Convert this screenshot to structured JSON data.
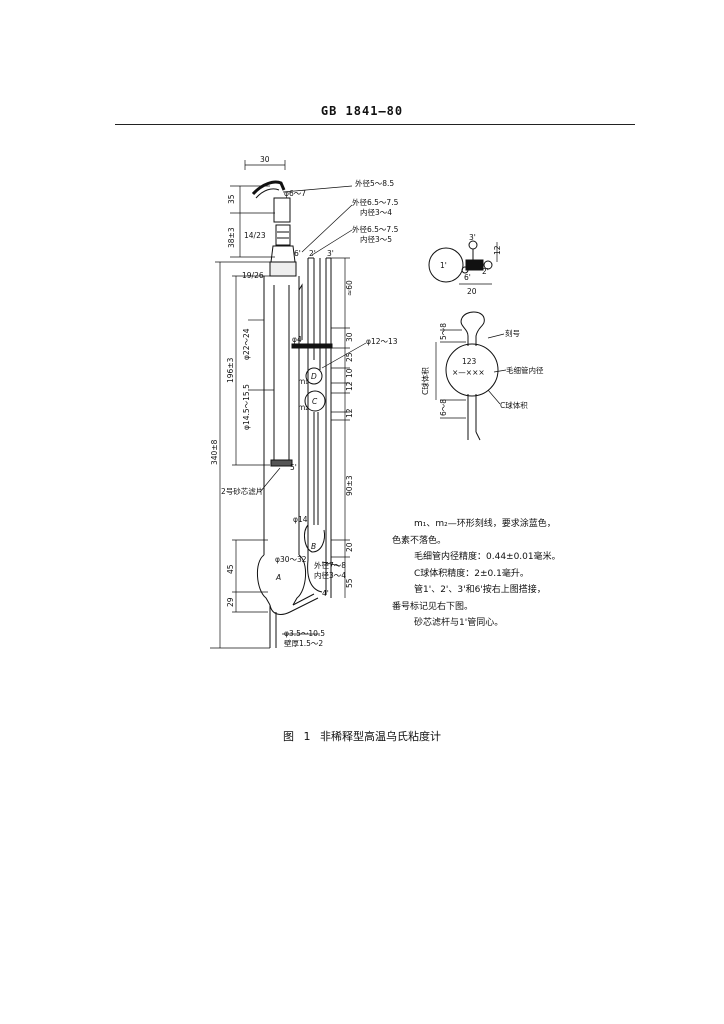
{
  "header": {
    "code": "GB 1841—80"
  },
  "figure": {
    "top_dims": {
      "w30": "30",
      "d6_7": "φ6～7",
      "h35": "35",
      "h38": "38±3",
      "j14": "14/23",
      "j19": "19/26"
    },
    "tube_labels": {
      "t1": "外径5～8.5",
      "t2a": "外径6.5～7.5",
      "t2b": "内径3～4",
      "t3a": "外径6.5～7.5",
      "t3b": "内径3～5",
      "n6": "6'",
      "n2": "2'",
      "n3": "3'",
      "n5": "5'",
      "n4": "4'"
    },
    "dims_right": {
      "d60": "≈60",
      "d30": "30",
      "d25": "25",
      "d10": "10",
      "d12a": "12",
      "d12b": "12",
      "d90": "90±3",
      "d20": "20",
      "d55": "55"
    },
    "dims_left": {
      "d196": "196±3",
      "d22": "φ22～24",
      "d14": "φ14.5～15.5",
      "d340": "340±8",
      "d45": "45",
      "d29": "29"
    },
    "inner_labels": {
      "phi4": "φ4",
      "phi12": "φ12～13",
      "m1": "m₁",
      "m2": "m₂",
      "D": "D",
      "C": "C",
      "B": "B",
      "A": "A",
      "phi14": "φ14",
      "phi30": "φ30～32"
    },
    "bottom_labels": {
      "o7": "外径7～8",
      "i3": "内径3～4",
      "d35": "φ3.5～10.5",
      "wall": "壁厚1.5～2"
    },
    "filter_label": "2号砂芯滤片",
    "inset_top": {
      "n3": "3'",
      "n1": "1'",
      "n6": "6'",
      "n2": "2'",
      "w20": "20",
      "h12": "12"
    },
    "inset_bulb": {
      "engrave": "123",
      "xs": "×—×××",
      "mark": "刻号",
      "cap": "毛细管内径",
      "cvol": "C球体积",
      "cvol2": "C球体积",
      "d5": "5～8",
      "d6": "6～8"
    }
  },
  "notes": [
    "m₁、m₂—环形刻线，要求涂蓝色，",
    "色素不落色。",
    "毛细管内径精度：0.44±0.01毫米。",
    "C球体积精度：2±0.1毫升。",
    "管1'、2'、3'和6'按右上图搭接，",
    "番号标记见右下图。",
    "砂芯滤杆与1'管同心。"
  ],
  "caption": "图 1 非稀释型高温乌氏粘度计"
}
